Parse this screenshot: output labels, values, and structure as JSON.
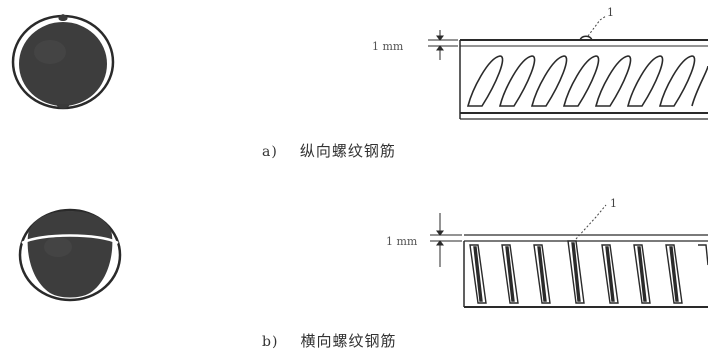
{
  "figure_a": {
    "dimension_label": "1 mm",
    "callout_number": "1",
    "caption_tag": "a)",
    "caption_text": "纵向螺纹钢筋"
  },
  "figure_b": {
    "dimension_label": "1 mm",
    "callout_number": "1",
    "caption_tag": "b)",
    "caption_text": "横向螺纹钢筋"
  },
  "colors": {
    "ink": "#2a2a2a",
    "fill_dark": "#3a3a3a",
    "background": "#ffffff"
  }
}
